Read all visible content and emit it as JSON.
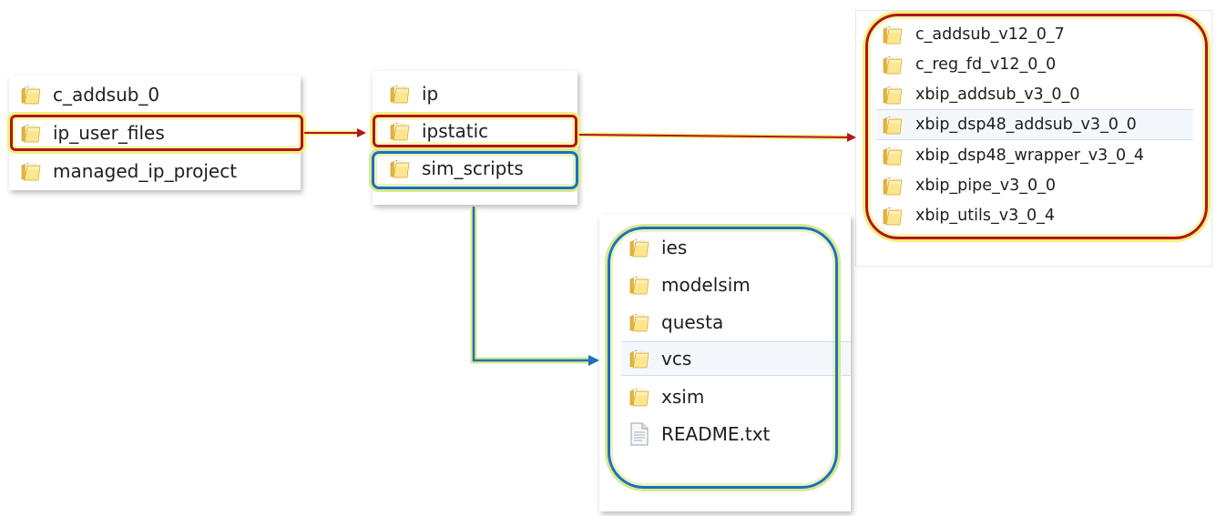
{
  "folder_tree": {
    "root": {
      "items": [
        {
          "label": "c_addsub_0",
          "icon": "folder-icon"
        },
        {
          "label": "ip_user_files",
          "icon": "folder-icon"
        },
        {
          "label": "managed_ip_project",
          "icon": "folder-icon"
        }
      ]
    },
    "ip_user_files": {
      "items": [
        {
          "label": "ip",
          "icon": "folder-icon"
        },
        {
          "label": "ipstatic",
          "icon": "folder-icon"
        },
        {
          "label": "sim_scripts",
          "icon": "folder-icon"
        }
      ]
    },
    "ipstatic": {
      "items": [
        {
          "label": "c_addsub_v12_0_7",
          "icon": "folder-icon"
        },
        {
          "label": "c_reg_fd_v12_0_0",
          "icon": "folder-icon"
        },
        {
          "label": "xbip_addsub_v3_0_0",
          "icon": "folder-icon"
        },
        {
          "label": "xbip_dsp48_addsub_v3_0_0",
          "icon": "folder-icon"
        },
        {
          "label": "xbip_dsp48_wrapper_v3_0_4",
          "icon": "folder-icon"
        },
        {
          "label": "xbip_pipe_v3_0_0",
          "icon": "folder-icon"
        },
        {
          "label": "xbip_utils_v3_0_4",
          "icon": "folder-icon"
        }
      ]
    },
    "sim_scripts": {
      "items": [
        {
          "label": "ies",
          "icon": "folder-icon"
        },
        {
          "label": "modelsim",
          "icon": "folder-icon"
        },
        {
          "label": "questa",
          "icon": "folder-icon"
        },
        {
          "label": "vcs",
          "icon": "folder-icon"
        },
        {
          "label": "xsim",
          "icon": "folder-icon"
        },
        {
          "label": "README.txt",
          "icon": "text-file-icon"
        }
      ]
    }
  },
  "colors": {
    "red_highlight": "#b2151c",
    "blue_highlight": "#1d6fc0",
    "glow_yellow": "#f3f07a",
    "glow_green": "#d9ea8a",
    "folder_light": "#fde68f",
    "folder_dark": "#e3b438"
  }
}
